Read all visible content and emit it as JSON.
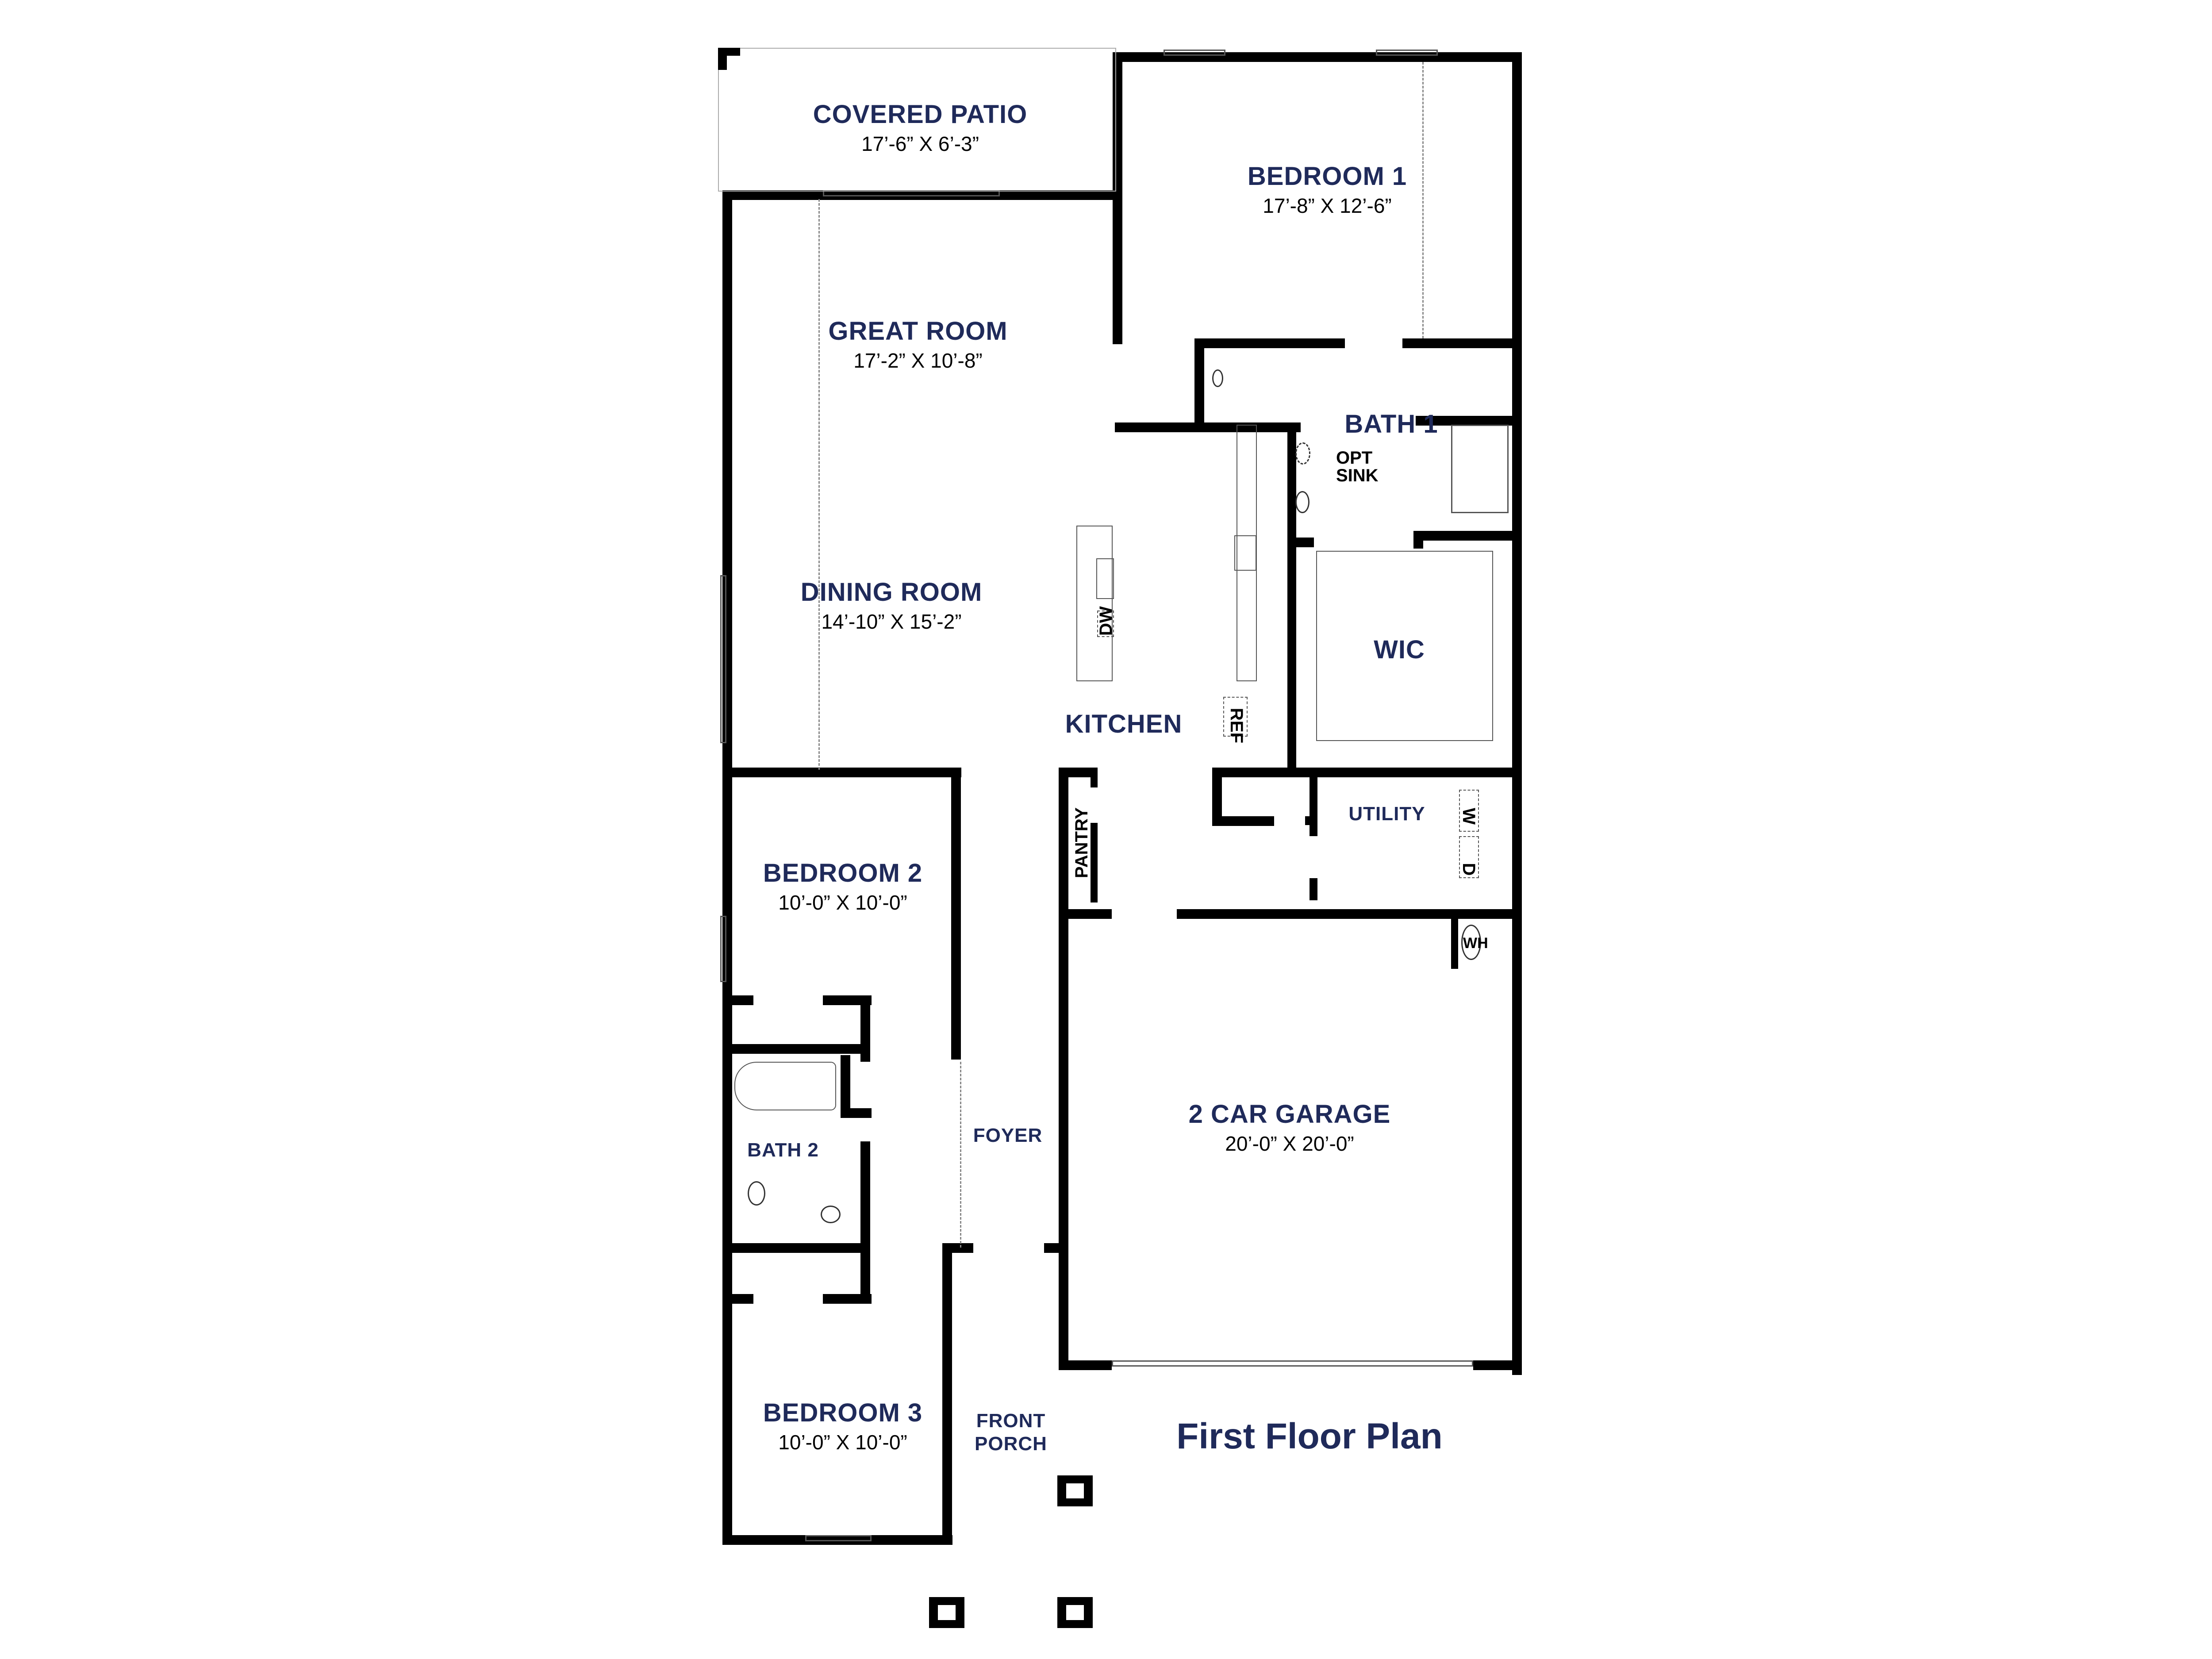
{
  "plan": {
    "title": "First Floor Plan",
    "text_color": "#1f2a5a",
    "wall_color": "#000000"
  },
  "rooms": {
    "covered_patio": {
      "name": "COVERED PATIO",
      "dim": "17’-6” X 6’-3”"
    },
    "bedroom1": {
      "name": "BEDROOM 1",
      "dim": "17’-8” X 12’-6”"
    },
    "great_room": {
      "name": "GREAT ROOM",
      "dim": "17’-2” X 10’-8”"
    },
    "bath1": {
      "name": "BATH 1"
    },
    "dining_room": {
      "name": "DINING ROOM",
      "dim": "14’-10” X 15’-2”"
    },
    "kitchen": {
      "name": "KITCHEN"
    },
    "wic": {
      "name": "WIC"
    },
    "pantry": {
      "name": "PANTRY"
    },
    "utility": {
      "name": "UTILITY"
    },
    "bedroom2": {
      "name": "BEDROOM 2",
      "dim": "10’-0” X 10’-0”"
    },
    "bath2": {
      "name": "BATH 2"
    },
    "foyer": {
      "name": "FOYER"
    },
    "garage": {
      "name": "2 CAR GARAGE",
      "dim": "20’-0” X 20’-0”"
    },
    "bedroom3": {
      "name": "BEDROOM 3",
      "dim": "10’-0” X 10’-0”"
    },
    "front_porch": {
      "name_line1": "FRONT",
      "name_line2": "PORCH"
    }
  },
  "fixtures": {
    "opt_sink_line1": "OPT",
    "opt_sink_line2": "SINK",
    "dishwasher": "DW",
    "refrigerator": "REF",
    "washer": "W",
    "dryer": "D",
    "water_heater": "WH"
  }
}
